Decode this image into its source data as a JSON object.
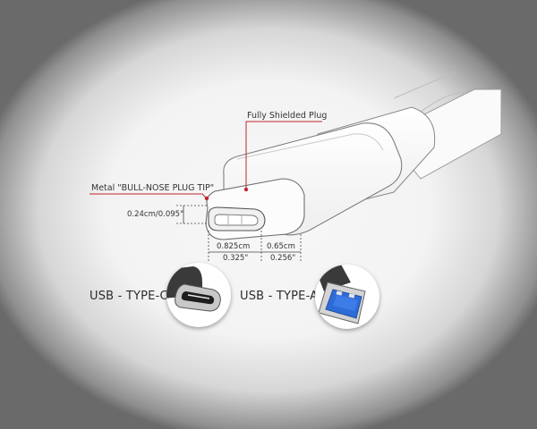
{
  "labels": {
    "fully_shielded_plug": "Fully Shielded Plug",
    "bull_nose_tip": "Metal \"BULL-NOSE PLUG TIP\"",
    "height_dim": "0.24cm/0.095\"",
    "width_cm": "0.825cm",
    "width_in": "0.325\"",
    "depth_cm": "0.65cm",
    "depth_in": "0.256\""
  },
  "connectors": {
    "type_c": {
      "label": "USB - TYPE-C",
      "icon": "usb-type-c-plug-icon"
    },
    "type_a": {
      "label": "USB - TYPE-A",
      "icon": "usb-type-a-plug-icon"
    }
  },
  "colors": {
    "accent_red": "#c0272d",
    "usb3_blue": "#2f6bd6"
  }
}
